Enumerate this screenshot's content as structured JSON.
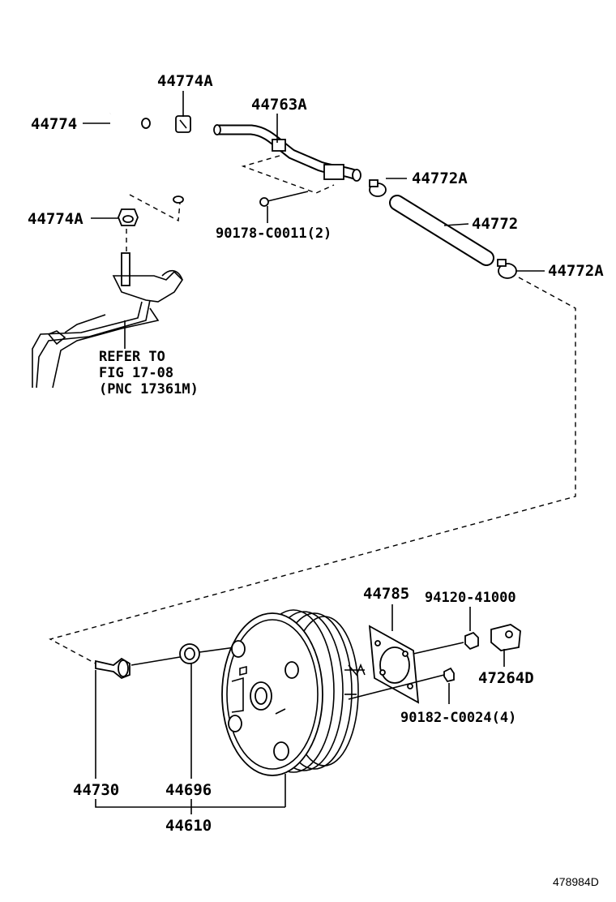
{
  "labels": {
    "p44774A_top": "44774A",
    "p44774": "44774",
    "p44774A_left": "44774A",
    "p44763A": "44763A",
    "p44772A_upper": "44772A",
    "p44772": "44772",
    "p44772A_lower": "44772A",
    "p90178": "90178-C0011(2)",
    "refer_line1": "REFER TO",
    "refer_line2": "FIG 17-08",
    "refer_line3": "(PNC 17361M)",
    "p44785": "44785",
    "p94120": "94120-41000",
    "p47264D": "47264D",
    "p90182": "90182-C0024(4)",
    "p44730": "44730",
    "p44696": "44696",
    "p44610": "44610"
  },
  "footer": {
    "code": "478984D"
  }
}
